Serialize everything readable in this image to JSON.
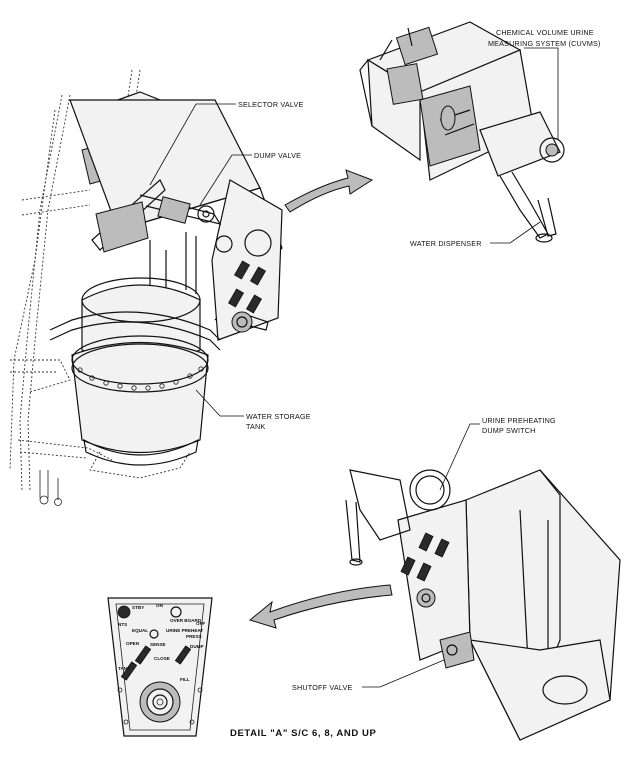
{
  "labels": {
    "selector_valve": "SELECTOR VALVE",
    "dump_valve": "DUMP VALVE",
    "water_storage_tank_1": "WATER STORAGE",
    "water_storage_tank_2": "TANK",
    "cuvms_1": "CHEMICAL VOLUME URINE",
    "cuvms_2": "MEASURING SYSTEM (CUVMS)",
    "water_dispenser": "WATER DISPENSER",
    "urine_preheating_1": "URINE PREHEATING",
    "urine_preheating_2": "DUMP SWITCH",
    "shutoff_valve": "SHUTOFF VALVE",
    "detail_caption": "DETAIL \"A\" S/C 6, 8, AND UP"
  },
  "panel_markings": {
    "stby": "STBY",
    "on": "ON",
    "over_board": "OVER BOARD",
    "off": "OFF",
    "nts": "NTS",
    "equal": "EQUAL",
    "press": "PRESS",
    "urine_prime": "URINE PREHEAT",
    "fill": "FILL",
    "dump": "DUMP",
    "sense": "SENSE",
    "open": "OPEN",
    "close": "CLOSE",
    "tank": "TANK"
  }
}
